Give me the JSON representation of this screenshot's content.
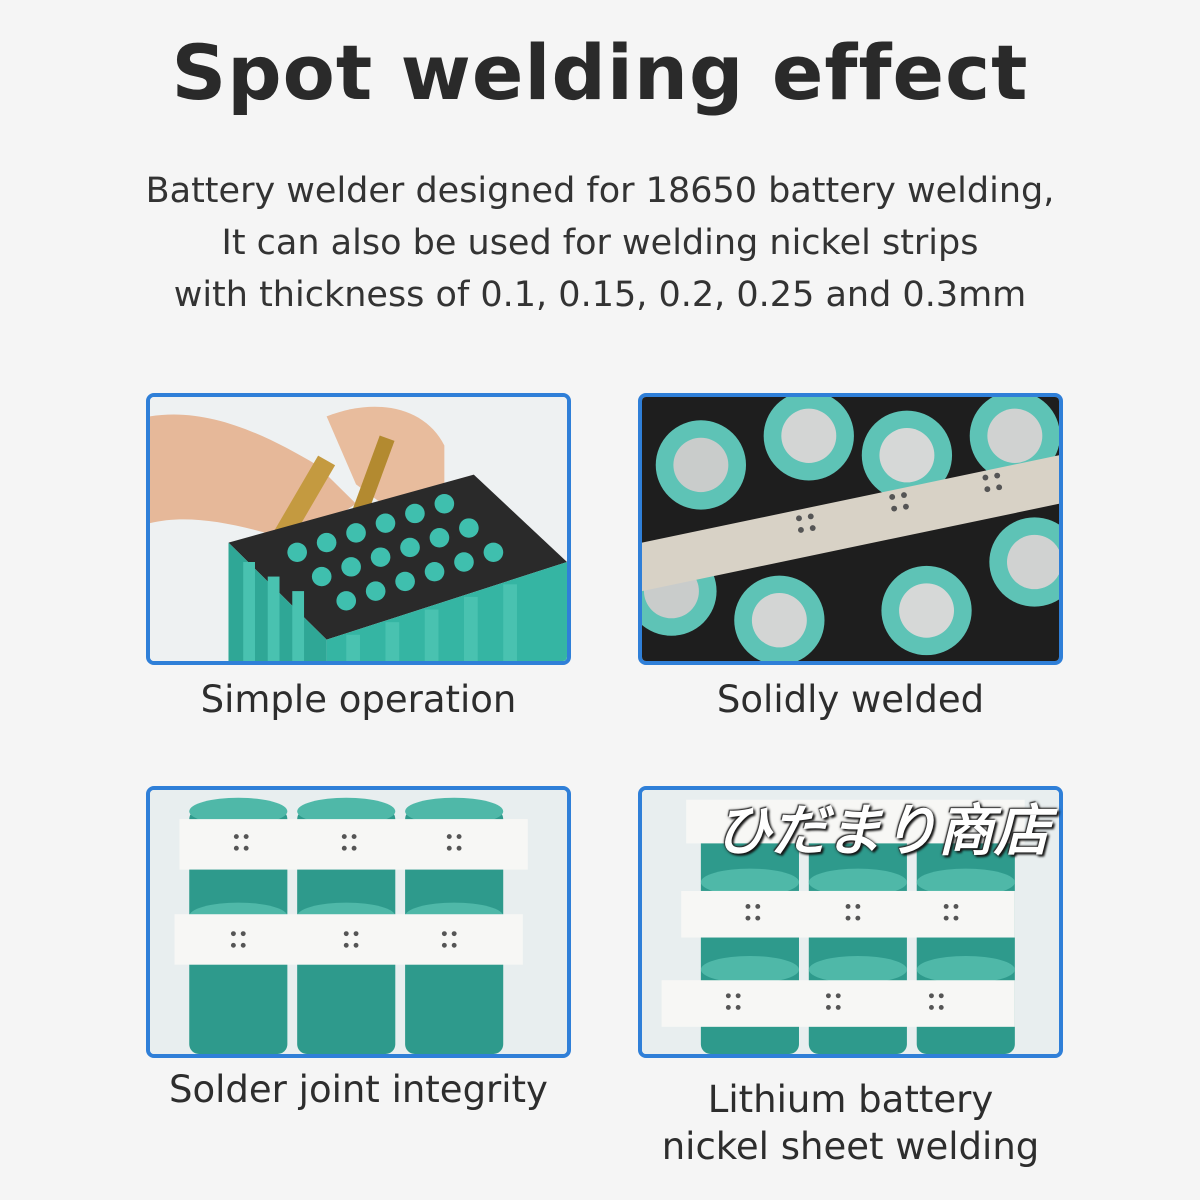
{
  "header": {
    "title": "Spot welding effect",
    "subtitle_lines": [
      "Battery welder designed for 18650 battery welding,",
      "It can also be used for welding nickel strips",
      "with thickness of 0.1, 0.15, 0.2, 0.25 and 0.3mm"
    ]
  },
  "features": [
    {
      "caption": "Simple operation"
    },
    {
      "caption": "Solidly welded"
    },
    {
      "caption": "Solder joint integrity"
    },
    {
      "caption_lines": [
        "Lithium battery",
        "nickel sheet welding"
      ]
    }
  ],
  "watermark": "ひだまり商店",
  "colors": {
    "frame": "#2f7fd8",
    "battery_teal": "#3fae9f",
    "nickel_strip": "#f4f4f2"
  }
}
